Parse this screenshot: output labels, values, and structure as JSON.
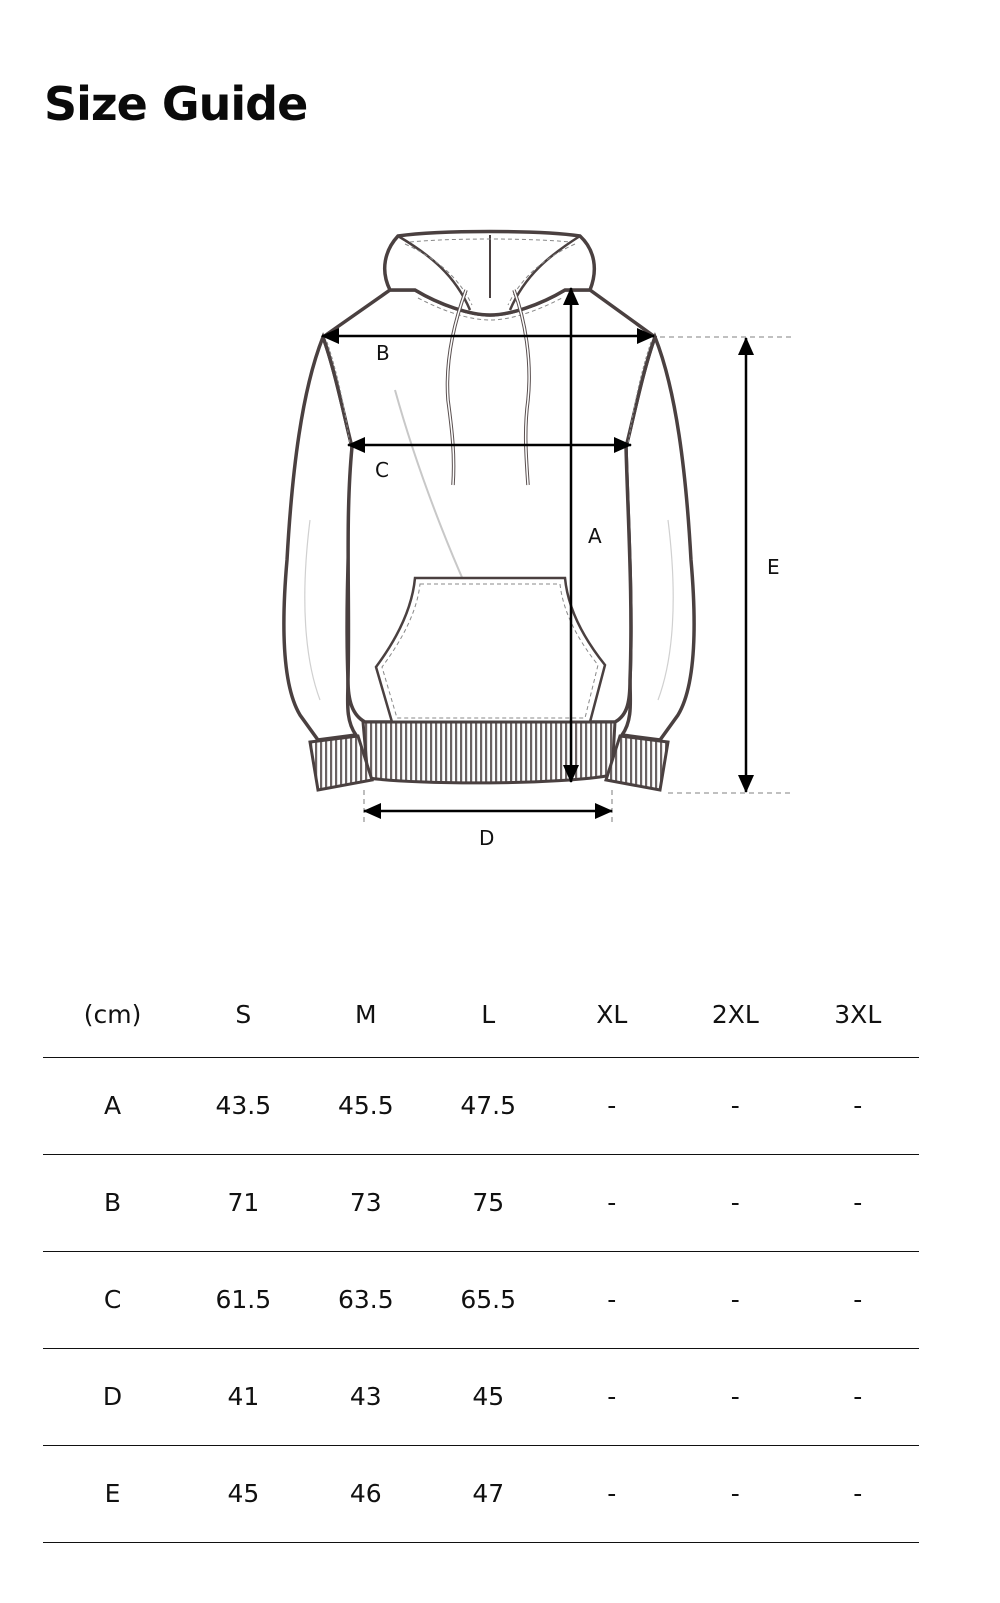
{
  "page": {
    "title": "Size Guide"
  },
  "diagram": {
    "garment": "hoodie",
    "labels": {
      "a": "A",
      "b": "B",
      "c": "C",
      "d": "D",
      "e": "E"
    },
    "colors": {
      "outline": "#4a4040",
      "arrow": "#000000",
      "guide": "#9a9a9a"
    }
  },
  "table": {
    "unit_header": "(cm)",
    "sizes": [
      "S",
      "M",
      "L",
      "XL",
      "2XL",
      "3XL"
    ],
    "rows": [
      {
        "label": "A",
        "values": [
          "43.5",
          "45.5",
          "47.5",
          "-",
          "-",
          "-"
        ]
      },
      {
        "label": "B",
        "values": [
          "71",
          "73",
          "75",
          "-",
          "-",
          "-"
        ]
      },
      {
        "label": "C",
        "values": [
          "61.5",
          "63.5",
          "65.5",
          "-",
          "-",
          "-"
        ]
      },
      {
        "label": "D",
        "values": [
          "41",
          "43",
          "45",
          "-",
          "-",
          "-"
        ]
      },
      {
        "label": "E",
        "values": [
          "45",
          "46",
          "47",
          "-",
          "-",
          "-"
        ]
      }
    ]
  }
}
